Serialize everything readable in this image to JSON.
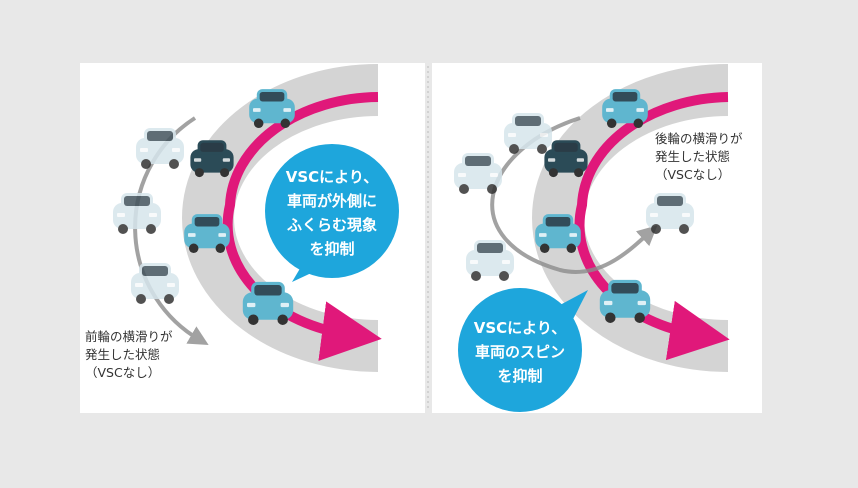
{
  "colors": {
    "background": "#e8e8e8",
    "panel": "#ffffff",
    "track": "#d4d4d4",
    "path": "#e0187a",
    "bubble": "#1ea6dc",
    "arrow": "#8c8c8c",
    "car_active": "#5fb6cf",
    "car_ghost": "#cfe3ea"
  },
  "left_panel": {
    "bubble_text": "VSCにより、\n車両が外側に\nふくらむ現象\nを抑制",
    "caption": "前輪の横滑りが\n発生した状態\n（VSCなし）",
    "icons": [
      "car-icon",
      "arrow-icon"
    ]
  },
  "right_panel": {
    "bubble_text": "VSCにより、\n車両のスピン\nを抑制",
    "caption": "後輪の横滑りが\n発生した状態\n（VSCなし）",
    "icons": [
      "car-icon",
      "arrow-icon"
    ]
  }
}
